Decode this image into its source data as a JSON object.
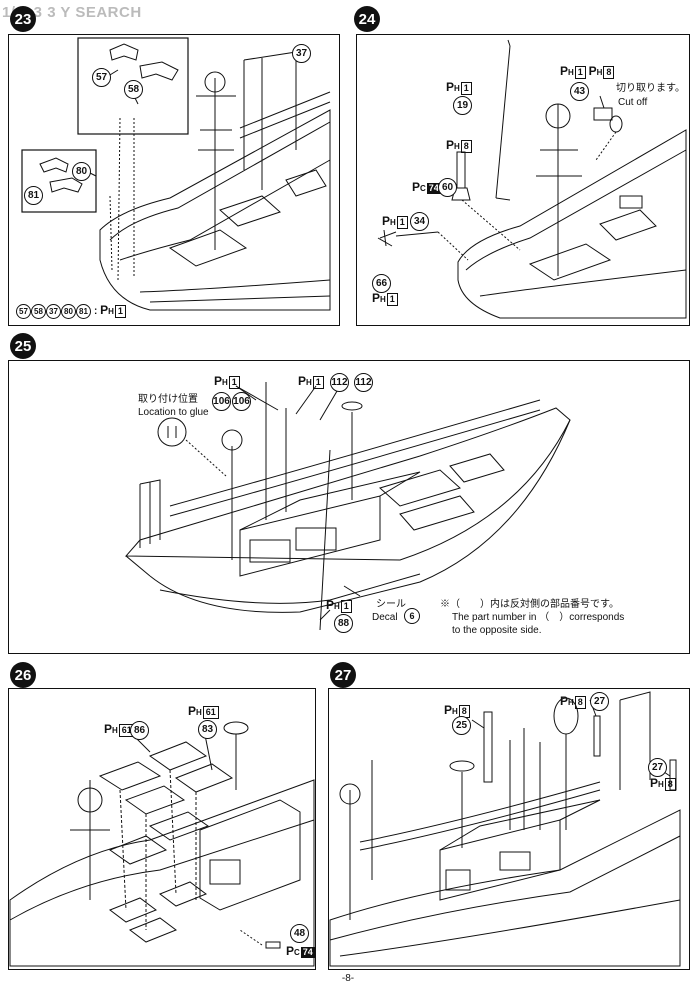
{
  "watermark": "1/ 9 3 3 Y  SEARCH",
  "steps": {
    "s23": {
      "num": "23"
    },
    "s24": {
      "num": "24"
    },
    "s25": {
      "num": "25"
    },
    "s26": {
      "num": "26"
    },
    "s27": {
      "num": "27"
    }
  },
  "p23": {
    "parts": [
      "57",
      "58",
      "37",
      "80",
      "81"
    ],
    "footer_parts": [
      "57",
      "58",
      "37",
      "80",
      "81"
    ],
    "footer_tag": "1"
  },
  "p24": {
    "tag_19": "1",
    "part_19": "19",
    "tag_pipe": "8",
    "tag_60": "74",
    "part_60": "60",
    "tag_34": "1",
    "part_34": "34",
    "part_66": "66",
    "tag_66": "1",
    "tag_43a": "1",
    "tag_43b": "8",
    "part_43": "43",
    "cut_jp": "切り取ります。",
    "cut_en": "Cut off"
  },
  "p25": {
    "tag_106": "1",
    "part_106": "106",
    "part_106b": "106",
    "tag_112": "1",
    "part_112": "112",
    "part_112b": "112",
    "glue_jp": "取り付け位置",
    "glue_en": "Location to glue",
    "tag_88": "1",
    "part_88": "88",
    "decal_jp": "シール",
    "decal_en": "Decal",
    "decal_num": "6",
    "note_jp": "※（　　）内は反対側の部品番号です。",
    "note_en1": "The part number in （　）corresponds",
    "note_en2": "to the opposite side."
  },
  "p26": {
    "tag_86": "61",
    "part_86": "86",
    "tag_83": "61",
    "part_83": "83",
    "part_48": "48",
    "tag_48": "74"
  },
  "p27": {
    "tag_25": "8",
    "part_25": "25",
    "tag_27a": "8",
    "part_27a": "27",
    "part_27b": "27",
    "tag_27b": "8"
  },
  "page_number": "-8-"
}
